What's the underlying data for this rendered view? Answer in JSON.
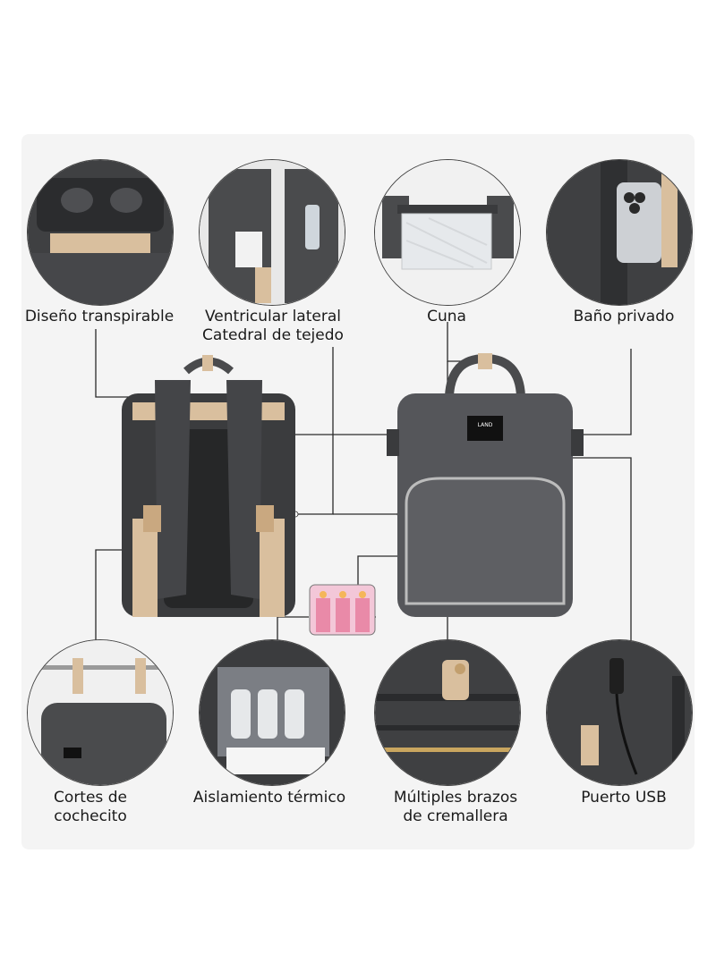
{
  "features": {
    "top": [
      {
        "lines": [
          "Diseño transpirable"
        ]
      },
      {
        "lines": [
          "Ventricular lateral",
          "Catedral de tejedo"
        ]
      },
      {
        "lines": [
          "Cuna"
        ]
      },
      {
        "lines": [
          "Baño privado"
        ]
      }
    ],
    "bottom": [
      {
        "lines": [
          "Cortes de",
          "cochecito"
        ]
      },
      {
        "lines": [
          "Aislamiento térmico"
        ]
      },
      {
        "lines": [
          "Múltiples brazos",
          "de cremallera"
        ]
      },
      {
        "lines": [
          "Puerto USB"
        ]
      }
    ]
  },
  "bag_brand": "LAND",
  "colors": {
    "bag": "#4a4b4d",
    "bag_dark": "#2f3032",
    "strap_beige": "#d9bf9e",
    "zipper": "#bcbcbc",
    "line": "#2a2a2a"
  }
}
